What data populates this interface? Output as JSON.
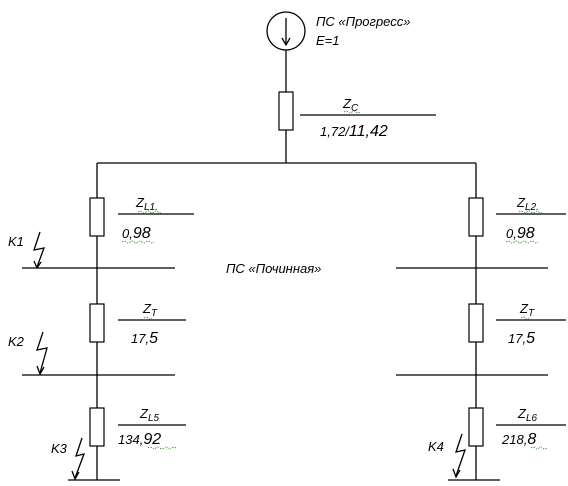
{
  "source": {
    "name": "ПС «Прогресс»",
    "emf": "E=1"
  },
  "system_impedance": {
    "symbol": "Z",
    "subscript": "C",
    "value_a": "1,72/",
    "value_b": "11,42"
  },
  "bus": {
    "name": "ПС «Починная»"
  },
  "left": {
    "line": {
      "symbol": "Z",
      "subscript": "L1.",
      "int": "0,",
      "frac": "98"
    },
    "transformer": {
      "symbol": "Z",
      "subscript": "T",
      "int": "17,",
      "frac": "5"
    },
    "load_line": {
      "symbol": "Z",
      "subscript": "L5",
      "int": "134,",
      "frac": "92"
    }
  },
  "right": {
    "line": {
      "symbol": "Z",
      "subscript": "L2.",
      "int": "0,",
      "frac": "98"
    },
    "transformer": {
      "symbol": "Z",
      "subscript": "T",
      "int": "17,",
      "frac": "5"
    },
    "load_line": {
      "symbol": "Z",
      "subscript": "L6",
      "int": "218,",
      "frac": "8"
    }
  },
  "faults": {
    "k1": "K1",
    "k2": "K2",
    "k3": "K3",
    "k4": "K4"
  }
}
